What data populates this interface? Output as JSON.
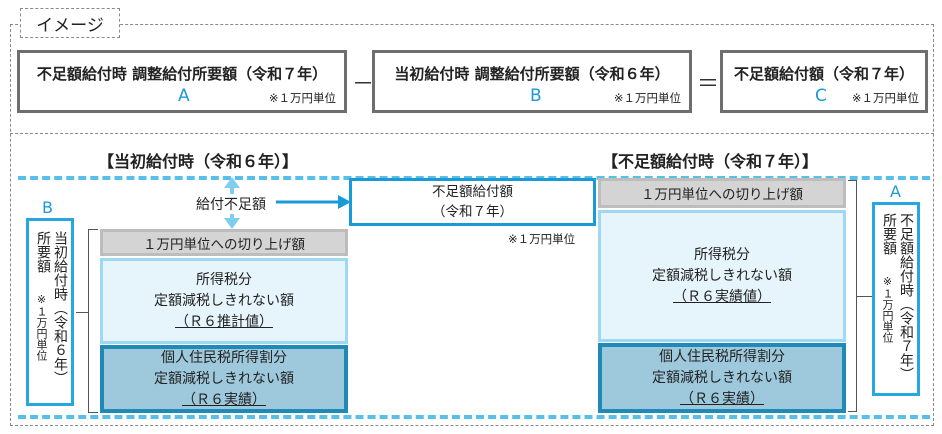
{
  "image_label": "イメージ",
  "formula": {
    "term_a": {
      "title": "不足額給付時 調整給付所要額（令和７年）",
      "letter": "A",
      "unit": "※１万円単位"
    },
    "minus": "－",
    "term_b": {
      "title": "当初給付時 調整給付所要額（令和６年）",
      "letter": "B",
      "unit": "※１万円単位"
    },
    "equals": "＝",
    "term_c": {
      "title": "不足額給付額（令和７年）",
      "letter": "C",
      "unit": "※１万円単位"
    }
  },
  "left_section": {
    "title": "【当初給付時（令和６年）】",
    "roundup": "１万円単位への切り上げ額",
    "income_tax": {
      "line1": "所得税分",
      "line2": "定額減税しきれない額",
      "line3": "（Ｒ６推計値）"
    },
    "resident_tax": {
      "line1": "個人住民税所得割分",
      "line2": "定額減税しきれない額",
      "line3": "（Ｒ６実績）"
    }
  },
  "right_section": {
    "title": "【不足額給付時（令和７年）】",
    "roundup": "１万円単位への切り上げ額",
    "income_tax": {
      "line1": "所得税分",
      "line2": "定額減税しきれない額",
      "line3": "（Ｒ６実績値）"
    },
    "resident_tax": {
      "line1": "個人住民税所得割分",
      "line2": "定額減税しきれない額",
      "line3": "（Ｒ６実績）"
    }
  },
  "shortage": {
    "arrow_label": "給付不足額",
    "line1": "不足額給付額",
    "line2": "（令和７年）",
    "unit": "※１万円単位"
  },
  "side_left": {
    "letter": "B",
    "col1": "当初給付時（令和６年）",
    "col2": "所要額",
    "col3": "※１万円単位"
  },
  "side_right": {
    "letter": "A",
    "col1": "不足額給付時（令和７年）",
    "col2": "所要額",
    "col3": "※１万円単位"
  },
  "colors": {
    "accent": "#1a9ad6",
    "cyan_dash": "#58c0e8",
    "dark_bar": "#9ec9dd",
    "light_bar": "#e6f4fb",
    "grey_bar": "#d4d4d4"
  }
}
